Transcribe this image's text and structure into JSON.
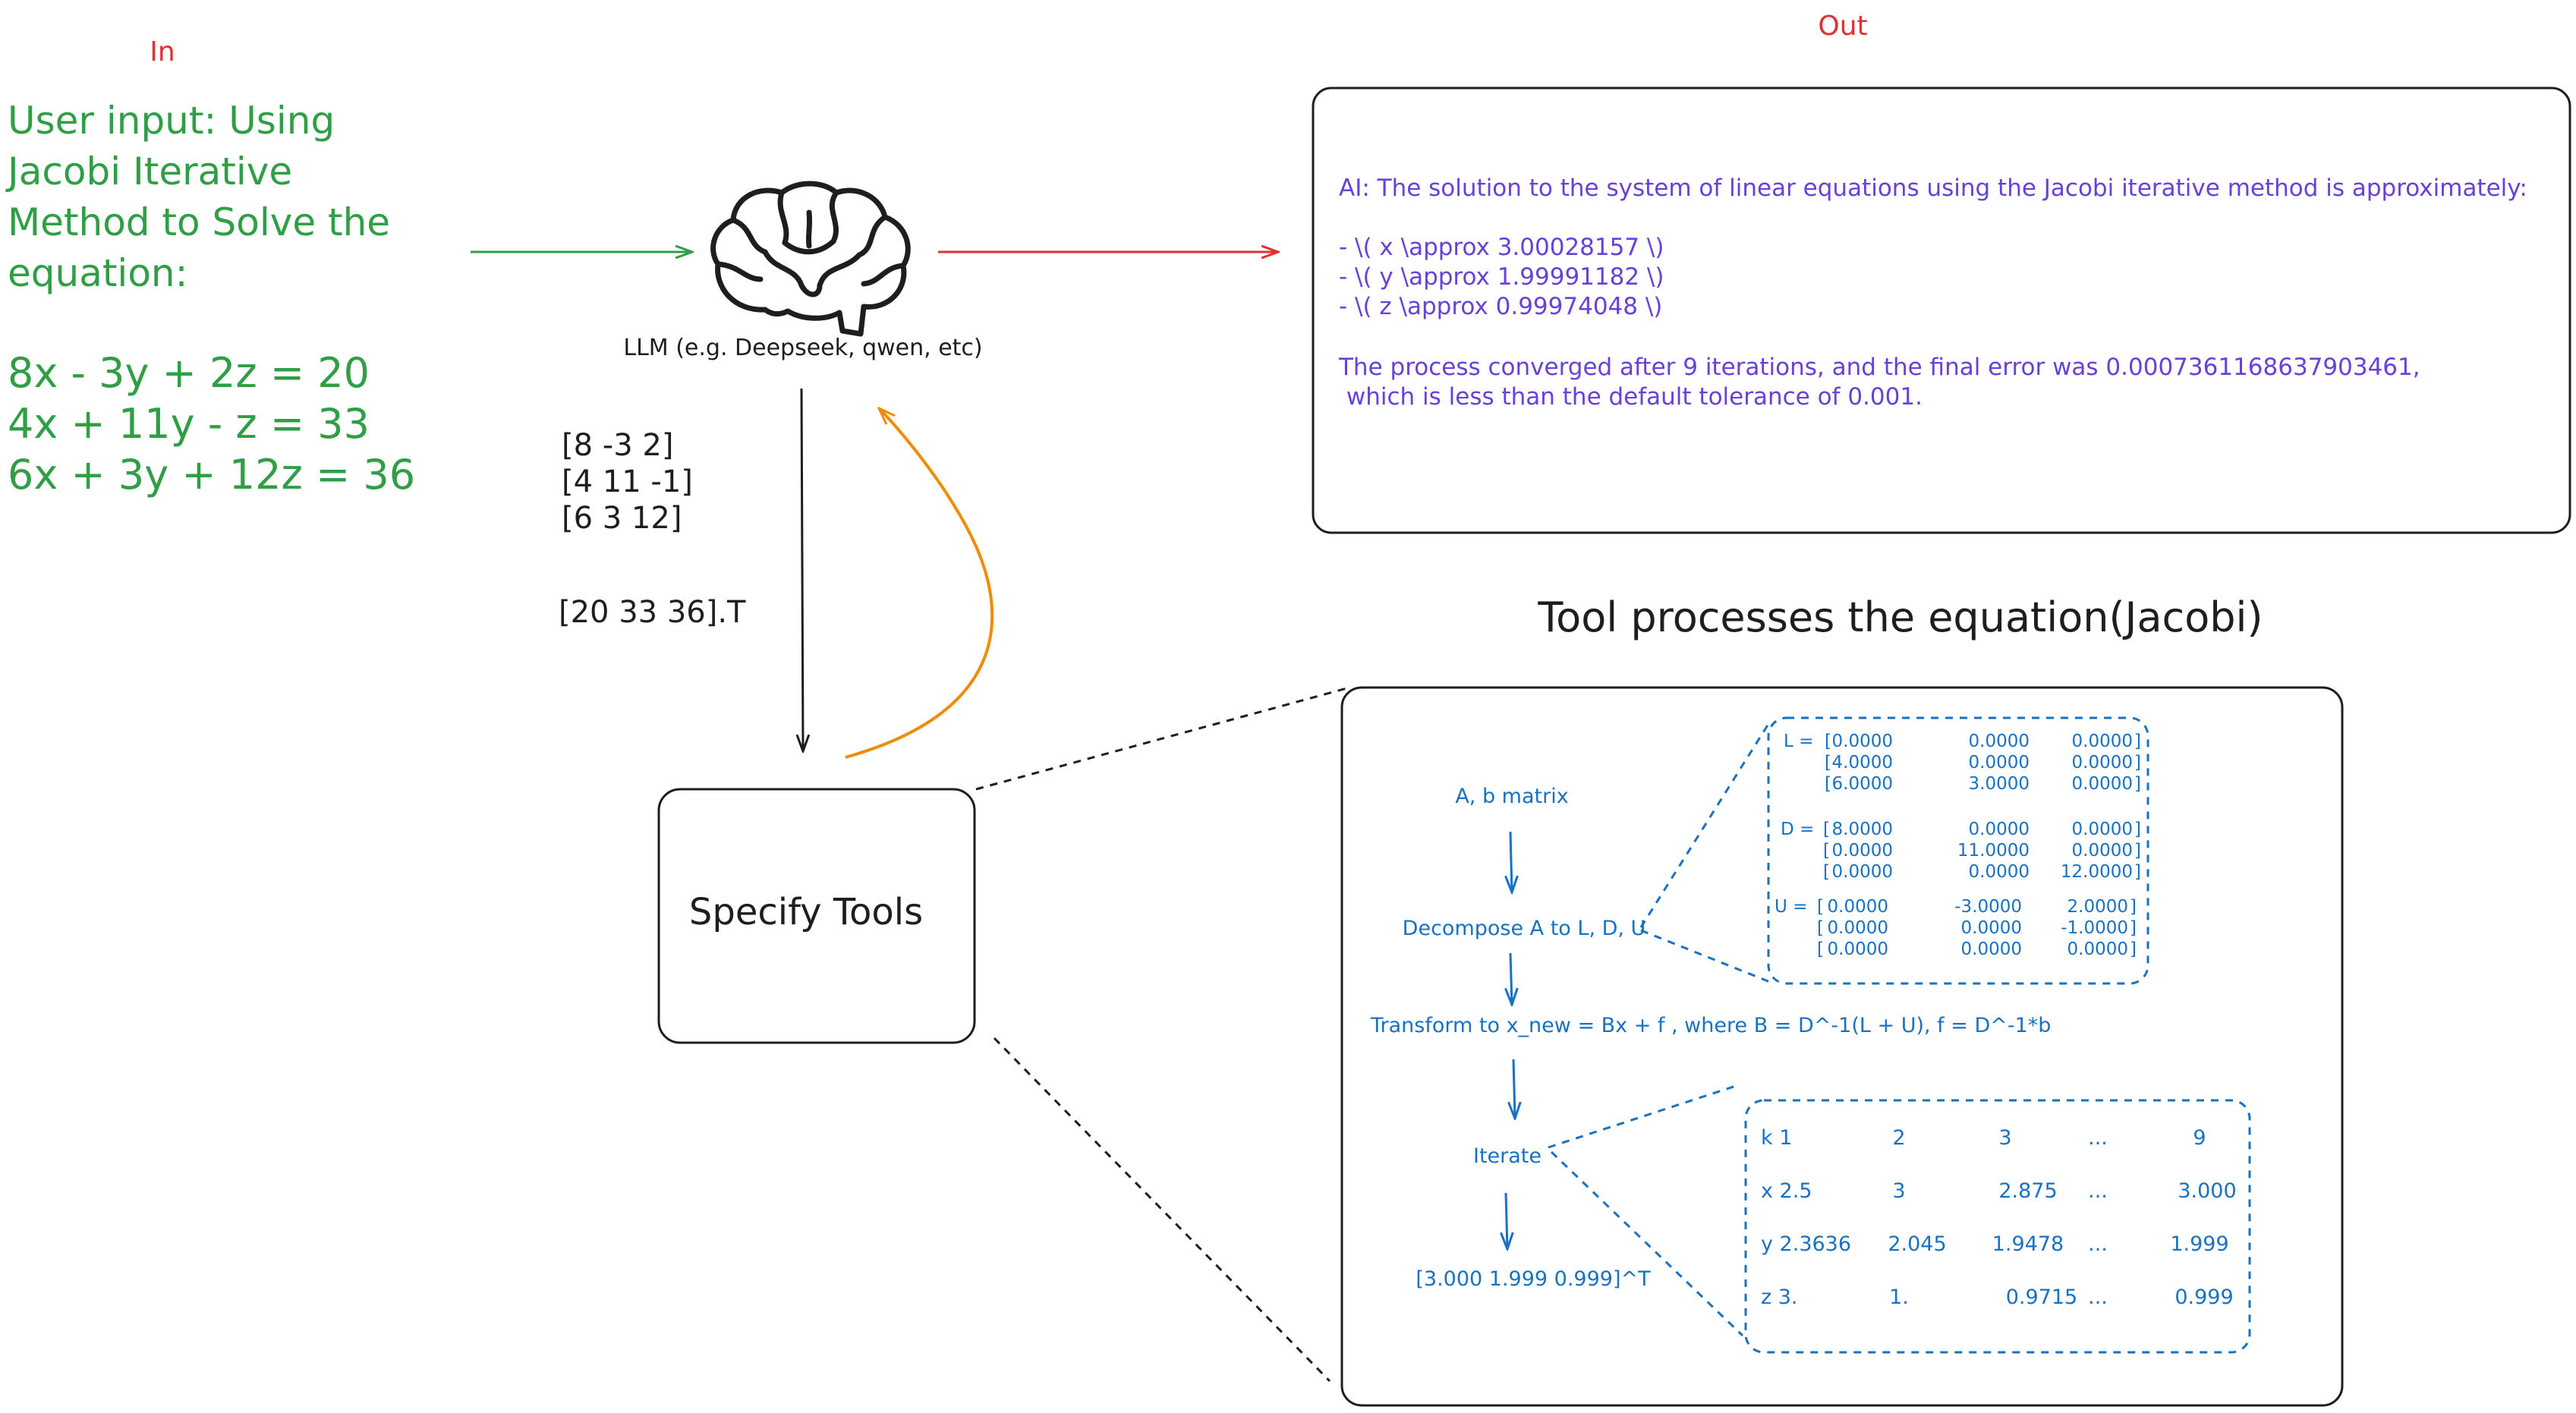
{
  "labels": {
    "in": "In",
    "out": "Out"
  },
  "input": {
    "lines": [
      "User input: Using",
      "Jacobi Iterative",
      "Method to Solve the",
      "equation:"
    ],
    "equations": [
      "8x - 3y + 2z = 20",
      "4x + 11y - z = 33",
      "6x + 3y + 12z = 36"
    ]
  },
  "llm": {
    "icon": "brain-icon",
    "label": "LLM (e.g. Deepseek, qwen, etc)"
  },
  "matrix": {
    "rows": [
      "[8 -3 2]",
      "[4 11 -1]",
      "[6 3 12]"
    ],
    "vector": "[20 33 36].T"
  },
  "tools": {
    "label": "Specify Tools"
  },
  "output": {
    "lines": [
      "AI: The solution to the system of linear equations using the Jacobi iterative method is approximately:",
      "",
      "- \\( x \\approx 3.00028157 \\)",
      "- \\( y \\approx 1.99991182 \\)",
      "- \\( z \\approx 0.99974048 \\)",
      "",
      "The process converged after 9 iterations, and the final error was 0.0007361168637903461,",
      " which is less than the default tolerance of 0.001."
    ]
  },
  "tool_process": {
    "title": "Tool processes the equation(Jacobi)",
    "steps": [
      "A, b matrix",
      "Decompose A to L, D, U",
      "Transform to x_new = Bx + f , where B = D^-1(L + U), f = D^-1*b",
      "Iterate",
      "[3.000 1.999 0.999]^T"
    ]
  },
  "decomposition": {
    "matrices": [
      {
        "name": "L =",
        "rows": [
          [
            "0.0000",
            "0.0000",
            "0.0000"
          ],
          [
            "4.0000",
            "0.0000",
            "0.0000"
          ],
          [
            "6.0000",
            "3.0000",
            "0.0000"
          ]
        ]
      },
      {
        "name": "D =",
        "rows": [
          [
            "8.0000",
            "0.0000",
            "0.0000"
          ],
          [
            "0.0000",
            "11.0000",
            "0.0000"
          ],
          [
            "0.0000",
            "0.0000",
            "12.0000"
          ]
        ]
      },
      {
        "name": "U =",
        "rows": [
          [
            "0.0000",
            "-3.0000",
            "2.0000"
          ],
          [
            "0.0000",
            "0.0000",
            "-1.0000"
          ],
          [
            "0.0000",
            "0.0000",
            "0.0000"
          ]
        ]
      }
    ]
  },
  "iteration_table": {
    "rows": [
      [
        "k 1",
        "2",
        "3",
        "...",
        "9"
      ],
      [
        "x 2.5",
        "3",
        "2.875",
        "...",
        "3.000"
      ],
      [
        "y 2.3636",
        "2.045",
        "1.9478",
        "...",
        "1.999"
      ],
      [
        "z 3.",
        "1.",
        "0.9715",
        "...",
        "0.999"
      ]
    ]
  },
  "colors": {
    "green": "#2f9e44",
    "red": "#e03131",
    "violet": "#6741d9",
    "blue": "#1971c2",
    "orange": "#f08c00",
    "ink": "#1e1e1e"
  }
}
